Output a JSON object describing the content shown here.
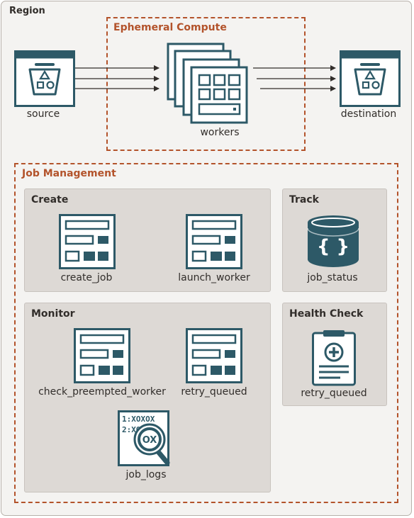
{
  "region": {
    "title": "Region"
  },
  "ephemeral": {
    "title": "Ephemeral Compute",
    "workers_label": "workers"
  },
  "source": {
    "label": "source"
  },
  "destination": {
    "label": "destination"
  },
  "job_management": {
    "title": "Job Management",
    "create": {
      "title": "Create",
      "items": [
        "create_job",
        "launch_worker"
      ]
    },
    "track": {
      "title": "Track",
      "items": [
        "job_status"
      ]
    },
    "monitor": {
      "title": "Monitor",
      "items": [
        "check_preempted_worker",
        "retry_queued",
        "job_logs"
      ],
      "log_text": [
        "1:XOXOX",
        "2:XO",
        "OX"
      ]
    },
    "health_check": {
      "title": "Health Check",
      "items": [
        "retry_queued"
      ]
    }
  },
  "colors": {
    "icon_teal": "#2d5967",
    "accent_orange": "#b3532b",
    "panel_gray": "#ddd9d5",
    "region_bg": "#f4f3f1",
    "text": "#312d2a"
  }
}
